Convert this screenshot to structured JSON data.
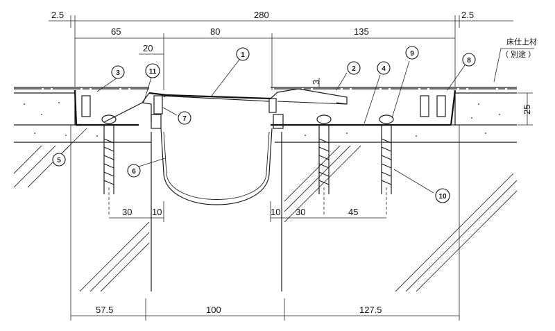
{
  "dimensions": {
    "top_total": "280",
    "top_left_gap": "2.5",
    "top_right_gap": "2.5",
    "top_left_seg": "65",
    "top_mid_seg": "80",
    "top_right_seg": "135",
    "small_20": "20",
    "small_3": "3",
    "height_25": "25",
    "anchor_left_30": "30",
    "anchor_left_10": "10",
    "anchor_right_10": "10",
    "anchor_right_30": "30",
    "anchor_right_45": "45",
    "bottom_left": "57.5",
    "bottom_mid": "100",
    "bottom_right": "127.5"
  },
  "callouts": [
    "1",
    "2",
    "3",
    "4",
    "5",
    "6",
    "7",
    "8",
    "9",
    "10",
    "11"
  ],
  "notes": {
    "floor_finish_line1": "床仕上材",
    "floor_finish_line2": "（ 別途 ）"
  }
}
